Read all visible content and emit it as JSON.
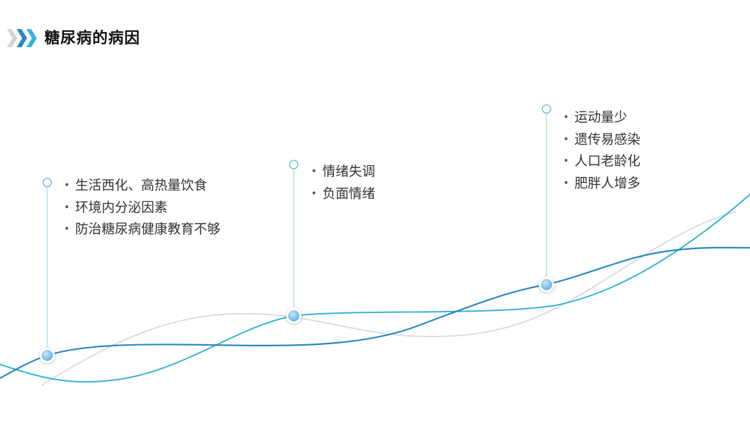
{
  "title": "糖尿病的病因",
  "colors": {
    "accent_dark": "#2a88c0",
    "accent_light": "#35b3d6",
    "gray_line": "#d8dde3"
  },
  "groups": [
    {
      "items": [
        "生活西化、高热量饮食",
        "环境内分泌因素",
        "防治糖尿病健康教育不够"
      ]
    },
    {
      "items": [
        "情绪失调",
        "负面情绪"
      ]
    },
    {
      "items": [
        "运动量少",
        "遗传易感染",
        "人口老龄化",
        "肥胖人增多"
      ]
    }
  ]
}
